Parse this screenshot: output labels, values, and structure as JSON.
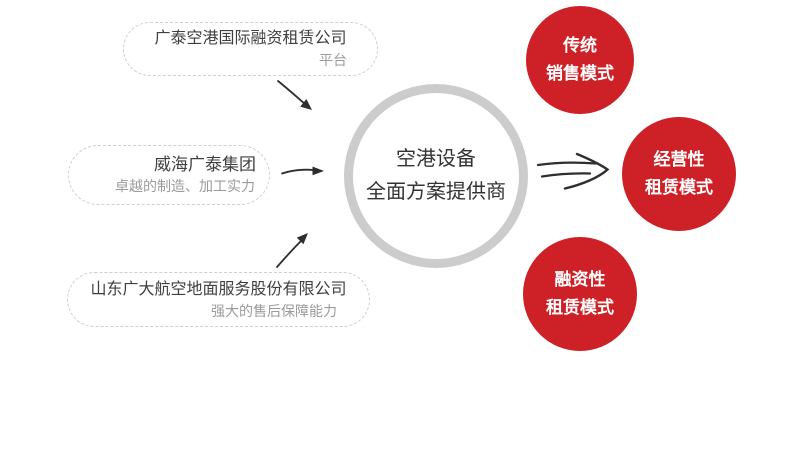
{
  "diagram": {
    "sources": [
      {
        "title": "广泰空港国际融资租赁公司",
        "subtitle": "平台"
      },
      {
        "title": "威海广泰集团",
        "subtitle": "卓越的制造、加工实力"
      },
      {
        "title": "山东广大航空地面服务股份有限公司",
        "subtitle": "强大的售后保障能力"
      }
    ],
    "center": {
      "line1": "空港设备",
      "line2": "全面方案提供商"
    },
    "modes": [
      {
        "line1": "传统",
        "line2": "销售模式"
      },
      {
        "line1": "经营性",
        "line2": "租赁模式"
      },
      {
        "line1": "融资性",
        "line2": "租赁模式"
      }
    ],
    "colors": {
      "mode_red": "#ce2127",
      "ring_gray": "#cccccc",
      "dashed_border": "#cfcfcf",
      "title_text": "#3f3f3f",
      "subtitle_text": "#9b9b9b",
      "arrow": "#2e2e2e"
    }
  }
}
